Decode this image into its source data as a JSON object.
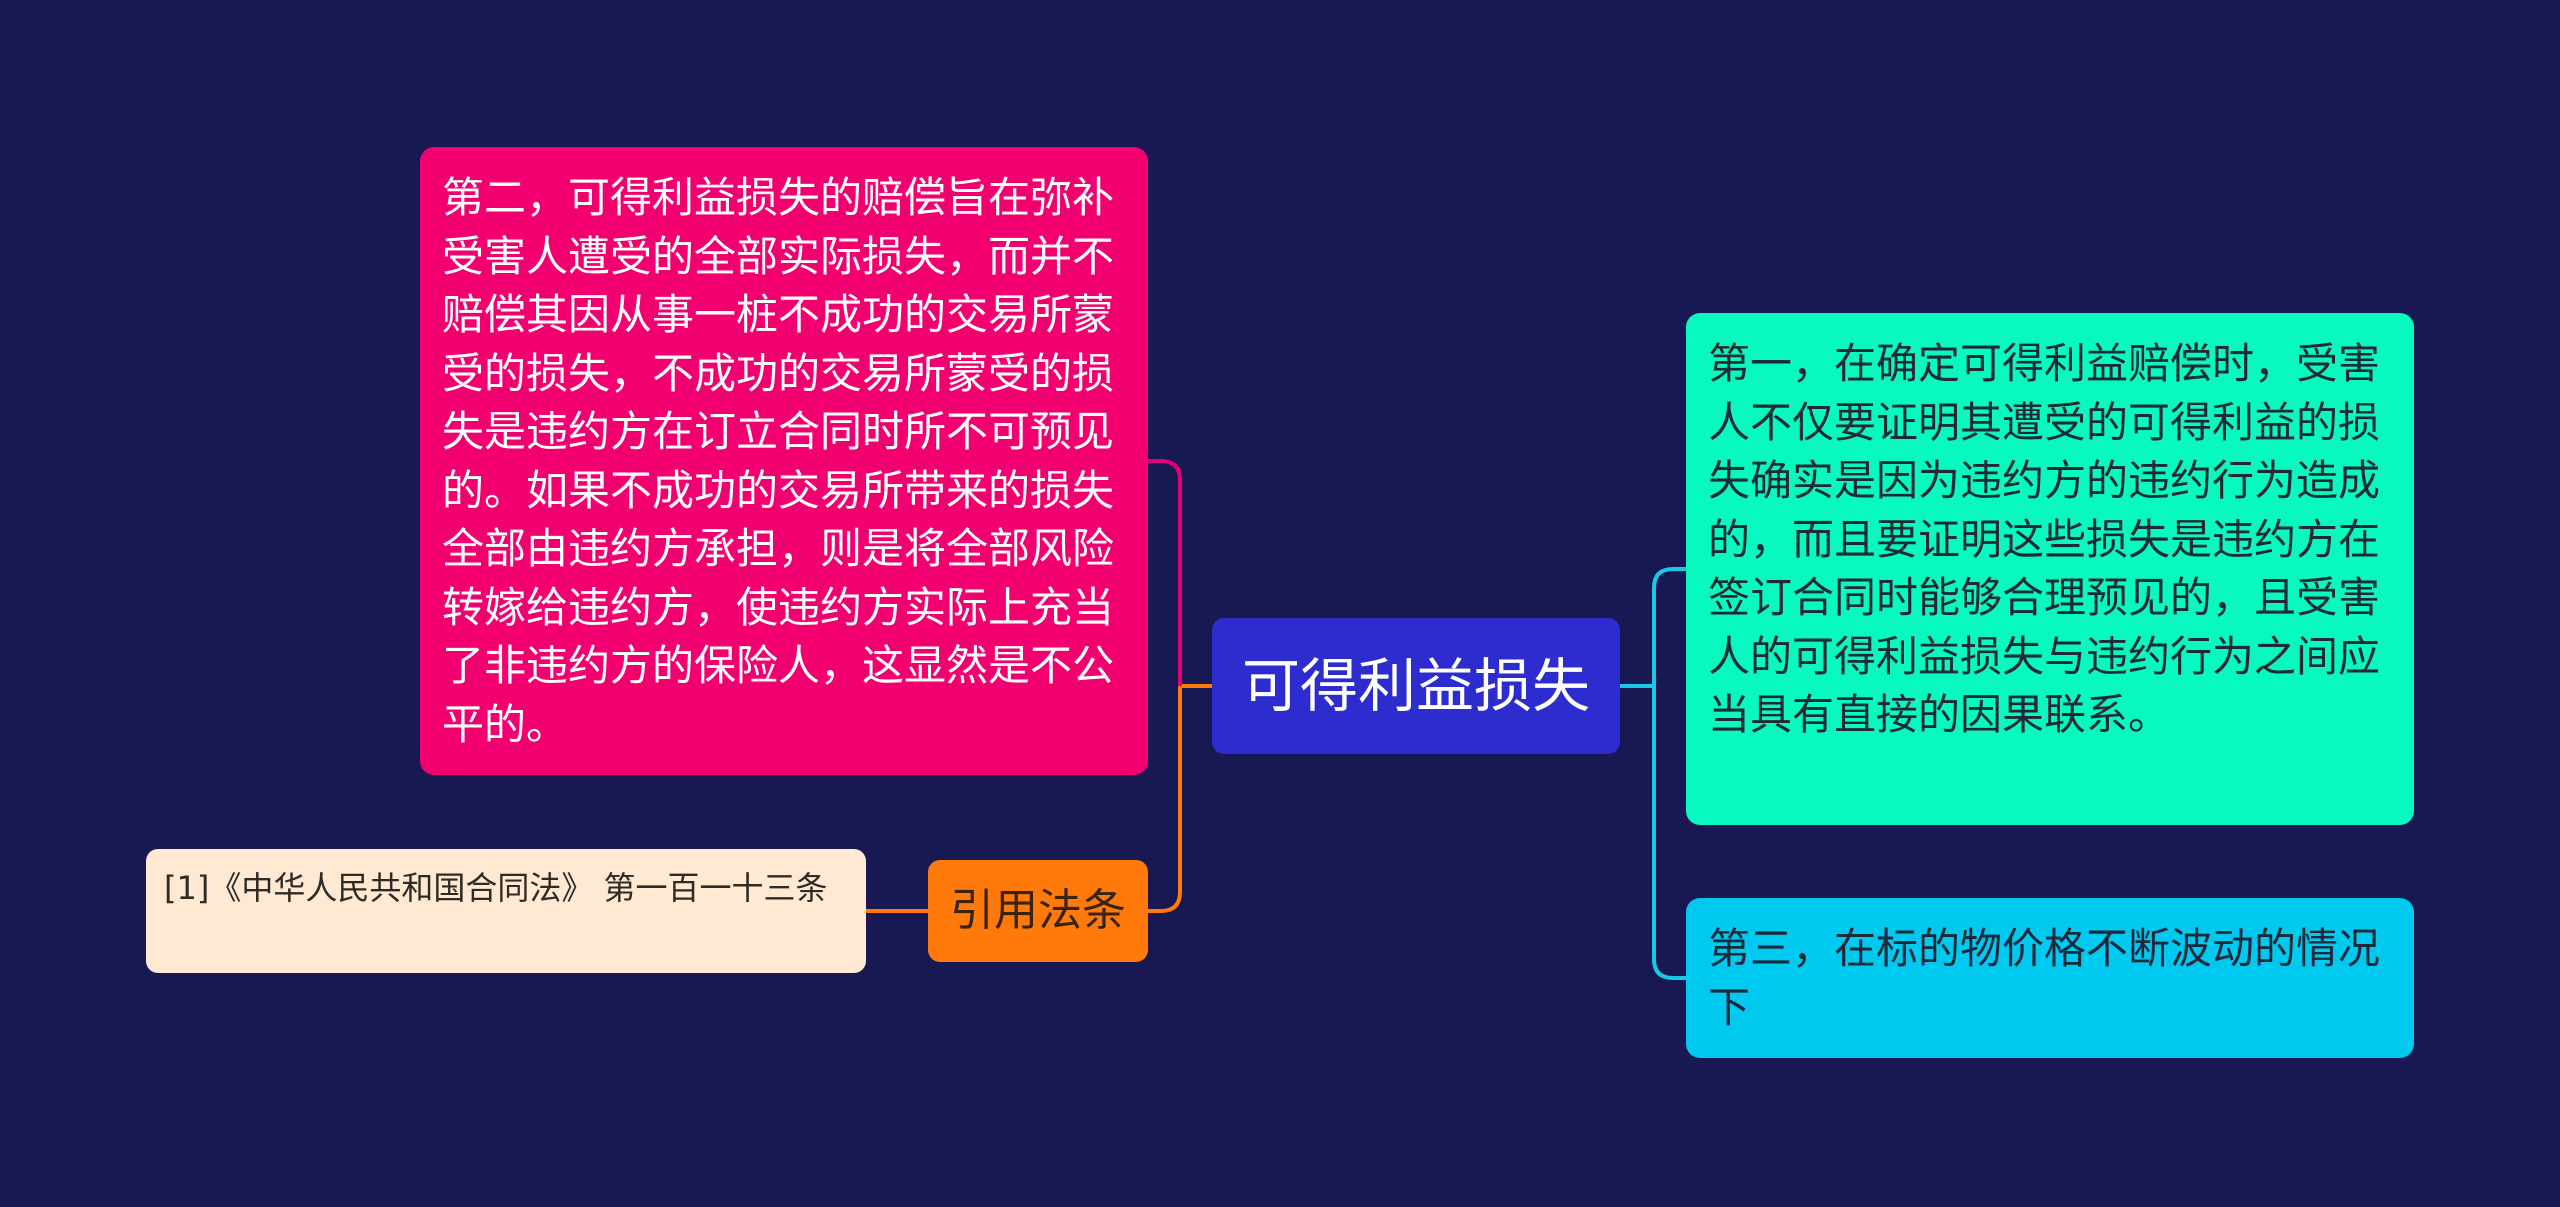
{
  "mindmap": {
    "root": {
      "label": "可得利益损失"
    },
    "left_branches": [
      {
        "label": "第二，可得利益损失的赔偿旨在弥补受害人遭受的全部实际损失，而并不赔偿其因从事一桩不成功的交易所蒙受的损失，不成功的交易所蒙受的损失是违约方在订立合同时所不可预见的。如果不成功的交易所带来的损失全部由违约方承担，则是将全部风险转嫁给违约方，使违约方实际上充当了非违约方的保险人，这显然是不公平的。",
        "color": "#f2006f"
      },
      {
        "label": "引用法条",
        "color": "#ff7a0a",
        "children": [
          {
            "label": "[1]《中华人民共和国合同法》 第一百一十三条",
            "color": "#ffe9d2"
          }
        ]
      }
    ],
    "right_branches": [
      {
        "label": "第一，在确定可得利益赔偿时，受害人不仅要证明其遭受的可得利益的损失确实是因为违约方的违约行为造成的，而且要证明这些损失是违约方在签订合同时能够合理预见的，且受害人的可得利益损失与违约行为之间应当具有直接的因果联系。",
        "color": "#07f9c0"
      },
      {
        "label": "第三，在标的物价格不断波动的情况下",
        "color": "#00c9f0"
      }
    ]
  },
  "colors": {
    "background": "#181852",
    "root": "#2c2ccf",
    "link_pink": "#e0007a",
    "link_orange": "#ff7a0a",
    "link_cyan": "#19c8e8"
  }
}
